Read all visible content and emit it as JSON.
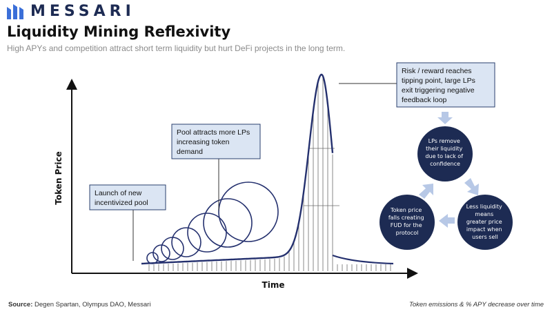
{
  "brand": {
    "name": "MESSARI"
  },
  "header": {
    "title": "Liquidity Mining Reflexivity",
    "subtitle": "High APYs and competition attract short term liquidity but hurt DeFi projects in the long term."
  },
  "diagram": {
    "y_axis_label": "Token Price",
    "x_axis_label": "Time",
    "callouts": [
      {
        "id": "launch",
        "lines": [
          "Launch of new",
          "incentivized pool"
        ]
      },
      {
        "id": "attract",
        "lines": [
          "Pool attracts more LPs",
          "increasing token",
          "demand"
        ]
      },
      {
        "id": "risk",
        "lines": [
          "Risk / reward reaches",
          "tipping point, large LPs",
          "exit triggering negative",
          "feedback loop"
        ]
      }
    ],
    "cycle": [
      {
        "id": "remove",
        "lines": [
          "LPs remove",
          "their liquidity",
          "due to lack of",
          "confidence"
        ]
      },
      {
        "id": "less",
        "lines": [
          "Less liquidity",
          "means",
          "greater price",
          "impact when",
          "users sell"
        ]
      },
      {
        "id": "fud",
        "lines": [
          "Token price",
          "falls creating",
          "FUD for the",
          "protocol"
        ]
      }
    ]
  },
  "footer": {
    "source_label": "Source:",
    "source_text": " Degen Spartan, Olympus DAO, Messari",
    "note": "Token emissions & % APY decrease over time"
  },
  "colors": {
    "navy": "#1d2b53",
    "box_fill": "#dbe5f3",
    "box_border": "#2a3f6e",
    "arrow": "#b7c8e6",
    "curve": "#24306e"
  }
}
